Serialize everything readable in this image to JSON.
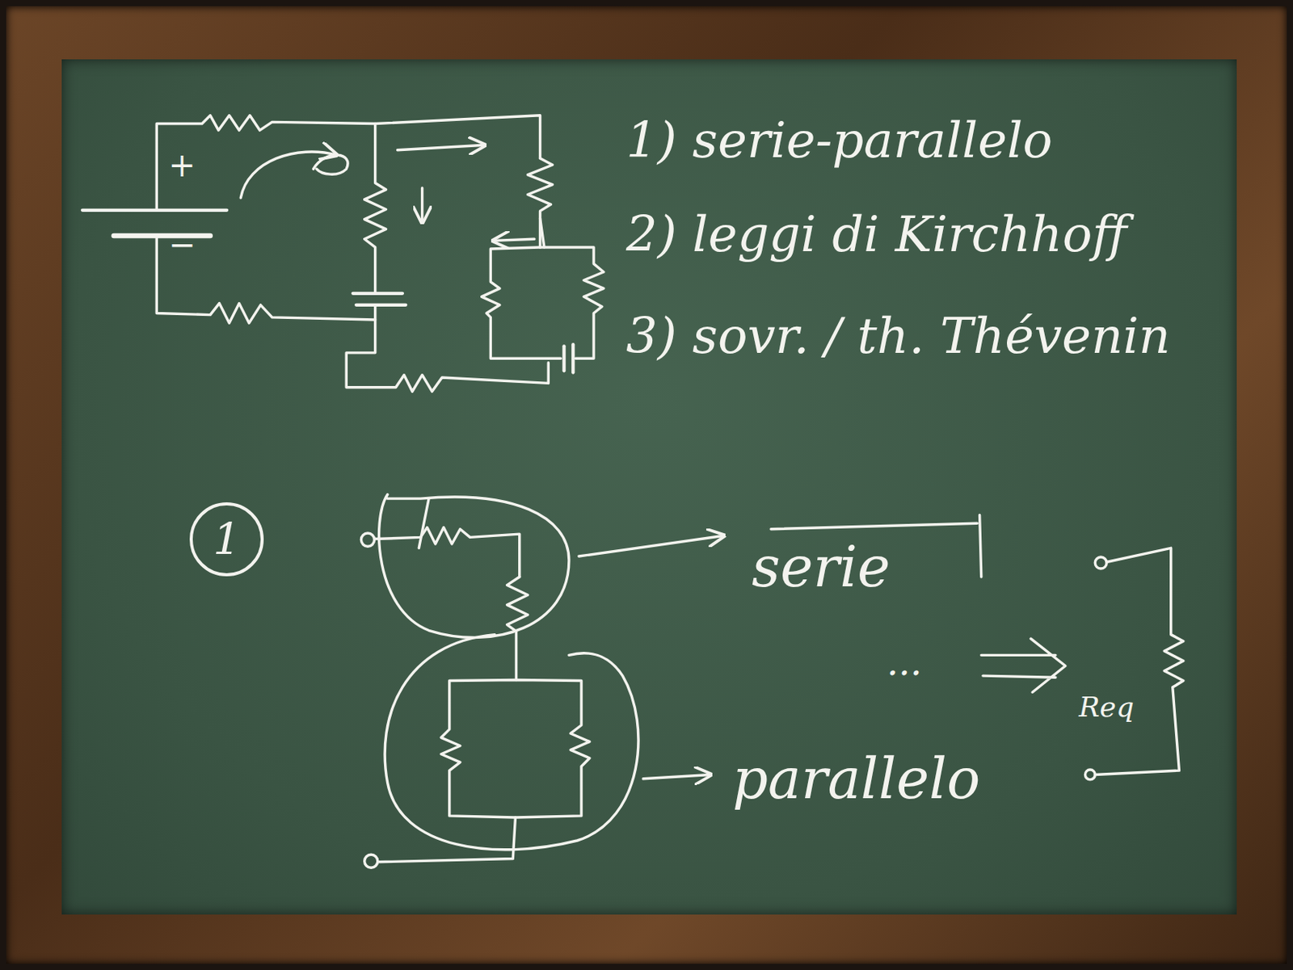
{
  "diagram": {
    "nodes": [
      {
        "text": [
          "1"
        ]
      }
    ],
    "labels": [
      "1) serie-parallelo",
      "2) leggi di Kirchhoff",
      "3) sovr. / th. Thévenin",
      "+",
      "−",
      "serie",
      "...",
      "parallelo",
      "Req"
    ]
  }
}
